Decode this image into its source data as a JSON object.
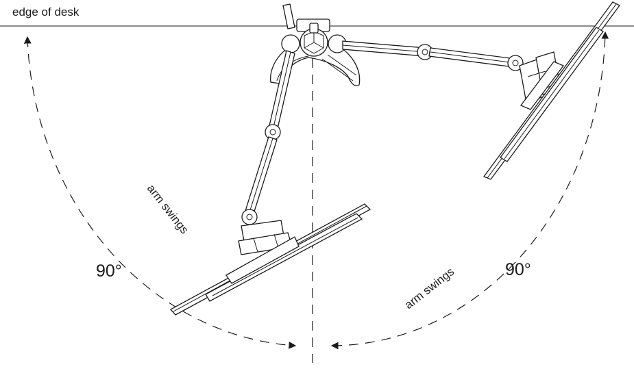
{
  "labels": {
    "desk_edge": "edge of desk",
    "swing_left": "arm swings",
    "swing_right": "arm swings",
    "angle_left": "90°",
    "angle_right": "90°"
  },
  "colors": {
    "ink": "#1a1a1a",
    "background": "#ffffff"
  }
}
